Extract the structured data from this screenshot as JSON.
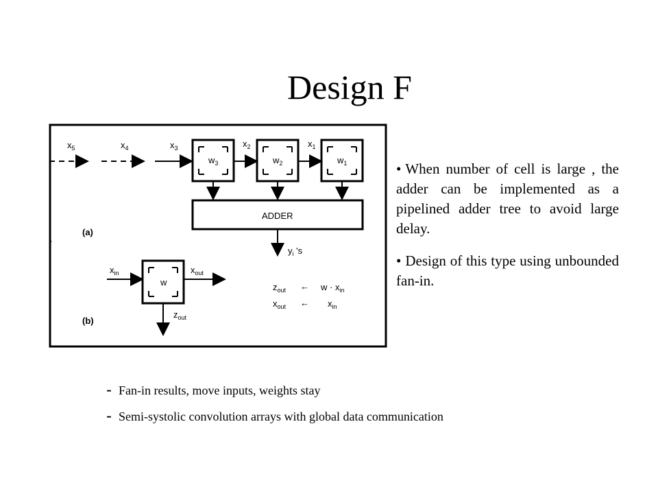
{
  "slide": {
    "title": "Design F"
  },
  "figure": {
    "inputs": [
      "x5",
      "x4",
      "x3"
    ],
    "cells": [
      {
        "weight": "w3",
        "input": "x3"
      },
      {
        "weight": "w2",
        "input": "x2"
      },
      {
        "weight": "w1",
        "input": "x1"
      }
    ],
    "adder_label": "ADDER",
    "output_label": "y_i 's",
    "part_a_label": "(a)",
    "part_b_label": "(b)",
    "cell_b": {
      "weight": "w",
      "input": "x_in",
      "output": "x_out",
      "z_out": "z_out"
    },
    "equations": [
      {
        "lhs": "z_out",
        "rhs": "w · x_in"
      },
      {
        "lhs": "x_out",
        "rhs": "x_in"
      }
    ]
  },
  "bullets": [
    "When number of cell is large , the adder can be implemented as a pipelined adder tree to avoid large delay.",
    "Design of this type using unbounded fan-in."
  ],
  "notes": [
    "Fan-in results, move inputs, weights stay",
    "Semi-systolic convolution arrays with global data communication"
  ]
}
